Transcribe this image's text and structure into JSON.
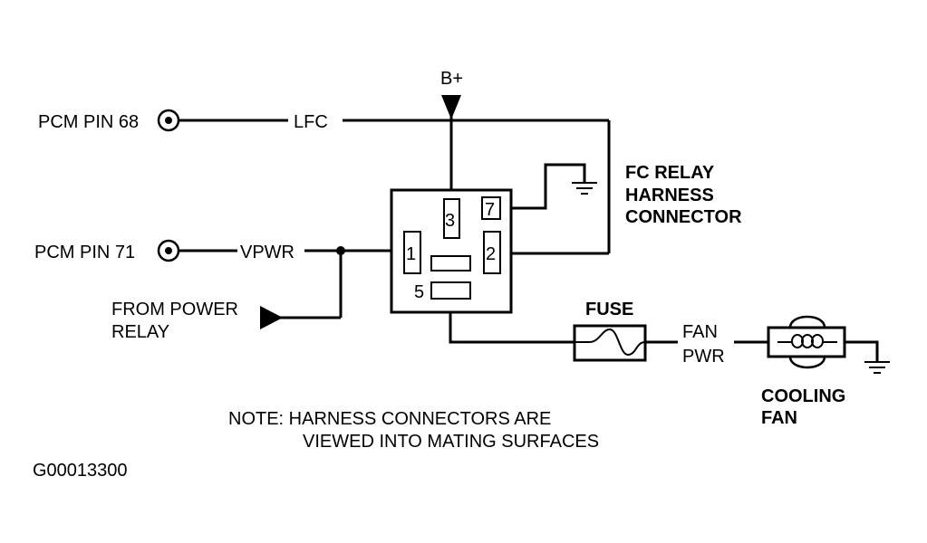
{
  "labels": {
    "b_plus": "B+",
    "pcm_pin_68": "PCM PIN 68",
    "lfc": "LFC",
    "pcm_pin_71": "PCM PIN 71",
    "vpwr": "VPWR",
    "from_power_line1": "FROM POWER",
    "from_power_line2": "RELAY",
    "relay_title_line1": "FC RELAY",
    "relay_title_line2": "HARNESS",
    "relay_title_line3": "CONNECTOR",
    "fuse": "FUSE",
    "fan_pwr_line1": "FAN",
    "fan_pwr_line2": "PWR",
    "cooling_fan_line1": "COOLING",
    "cooling_fan_line2": "FAN",
    "note_line1": "NOTE: HARNESS CONNECTORS ARE",
    "note_line2": "VIEWED INTO MATING SURFACES",
    "figure_id": "G00013300"
  },
  "pins": {
    "p1": "1",
    "p2": "2",
    "p3": "3",
    "p5": "5",
    "p7": "7"
  },
  "colors": {
    "line": "#000000",
    "background": "#ffffff"
  }
}
